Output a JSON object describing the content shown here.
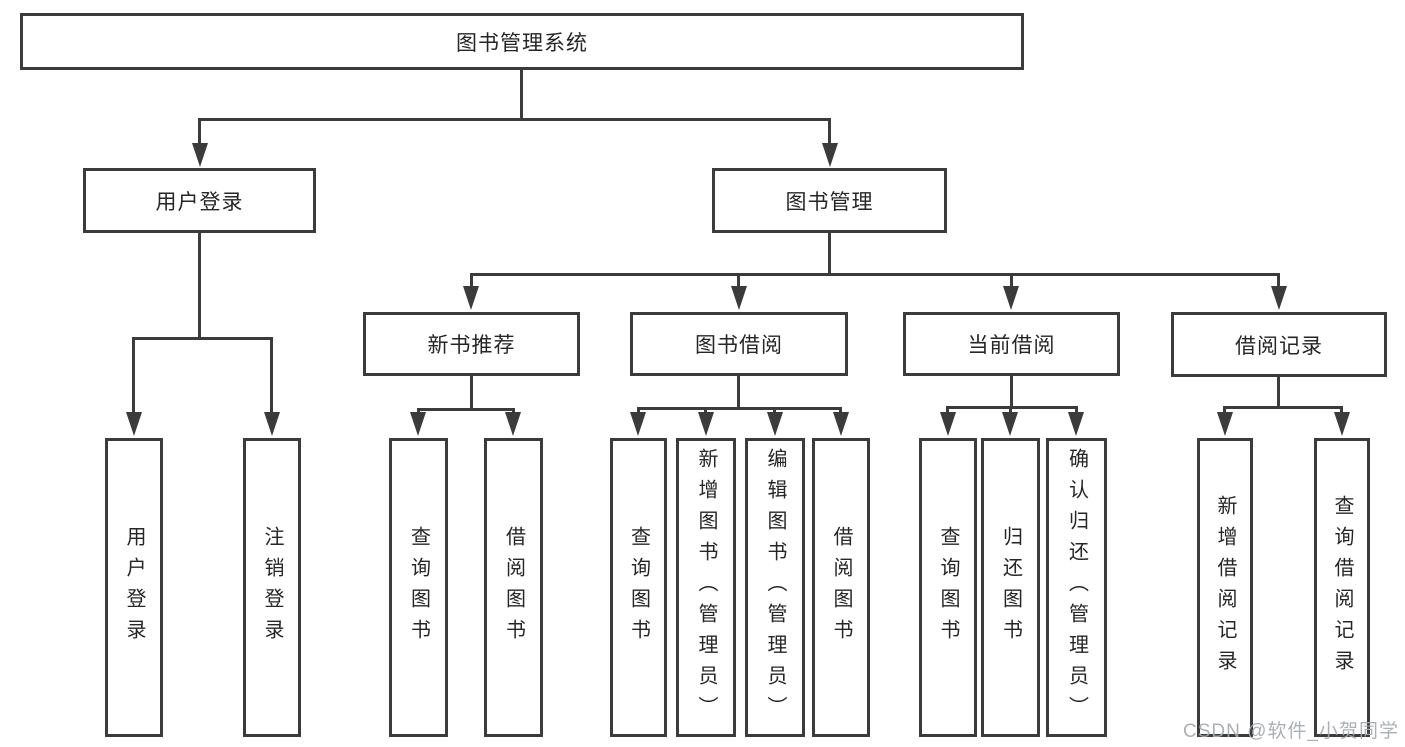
{
  "diagram": {
    "root": "图书管理系统",
    "level2": {
      "user_login": "用户登录",
      "book_mgmt": "图书管理"
    },
    "level3": {
      "new_book_rec": "新书推荐",
      "book_borrow": "图书借阅",
      "current_borrow": "当前借阅",
      "borrow_record": "借阅记录"
    },
    "leaves": {
      "ul_login": "用户登录",
      "ul_logout": "注销登录",
      "nb_query": "查询图书",
      "nb_borrow": "借阅图书",
      "bb_query": "查询图书",
      "bb_add": "新增图书（管理员）",
      "bb_edit": "编辑图书（管理员）",
      "bb_borrow": "借阅图书",
      "cb_query": "查询图书",
      "cb_return": "归还图书",
      "cb_confirm": "确认归还（管理员）",
      "br_add": "新增借阅记录",
      "br_query": "查询借阅记录"
    }
  },
  "watermark": {
    "text": "CSDN @软件_小贺同学",
    "color": "#a6aaaf"
  },
  "colors": {
    "line": "#3b3b3b",
    "text": "#262626",
    "background": "#ffffff"
  }
}
